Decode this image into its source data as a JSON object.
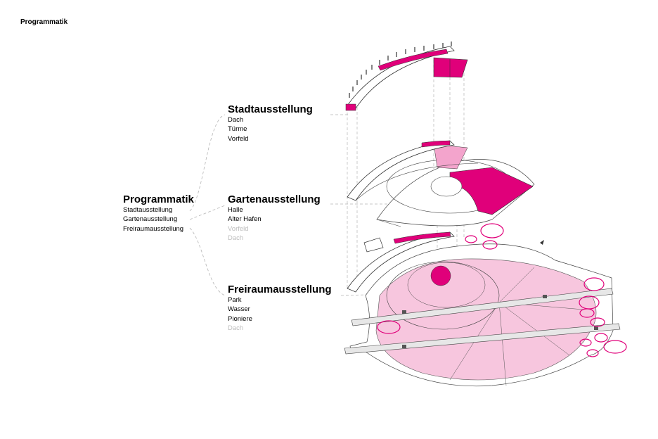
{
  "header": {
    "title": "Programmatik"
  },
  "colors": {
    "accent": "#e0007a",
    "accent_light": "#f7c6de",
    "line": "#3a3a3a",
    "muted_text": "#bdbdbd"
  },
  "root": {
    "title": "Programmatik",
    "items": [
      "Stadtausstellung",
      "Gartenausstellung",
      "Freiraumausstellung"
    ]
  },
  "branches": [
    {
      "title": "Stadtausstellung",
      "items": [
        {
          "label": "Dach",
          "active": true
        },
        {
          "label": "Türme",
          "active": true
        },
        {
          "label": "Vorfeld",
          "active": true
        }
      ]
    },
    {
      "title": "Gartenausstellung",
      "items": [
        {
          "label": "Halle",
          "active": true
        },
        {
          "label": "Alter Hafen",
          "active": true
        },
        {
          "label": "Vorfeld",
          "active": false
        },
        {
          "label": "Dach",
          "active": false
        }
      ]
    },
    {
      "title": "Freiraumausstellung",
      "items": [
        {
          "label": "Park",
          "active": true
        },
        {
          "label": "Wasser",
          "active": true
        },
        {
          "label": "Pioniere",
          "active": true
        },
        {
          "label": "Dach",
          "active": false
        }
      ]
    }
  ]
}
